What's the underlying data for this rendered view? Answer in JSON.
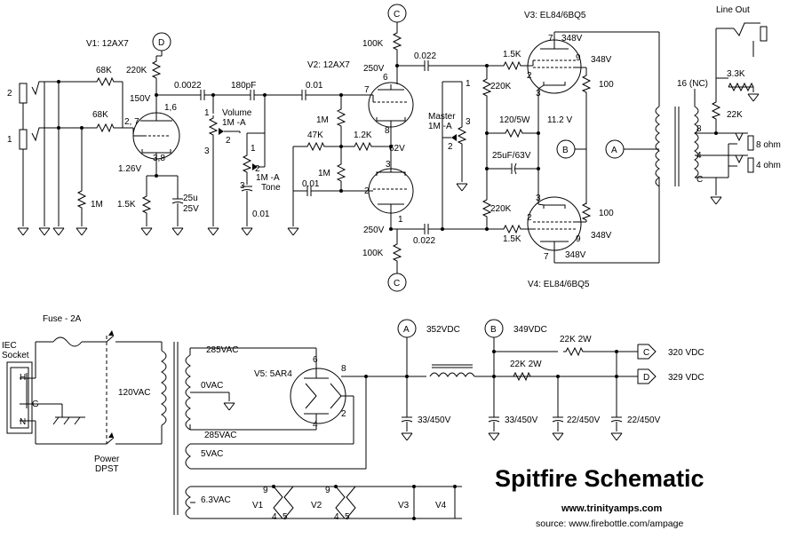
{
  "title": "Spitfire Schematic",
  "website": "www.trinityamps.com",
  "source": "source: www.firebottle.com/ampage",
  "tubes": {
    "v1": "V1: 12AX7",
    "v2": "V2: 12AX7",
    "v3": "V3: EL84/6BQ5",
    "v4": "V4: EL84/6BQ5",
    "v5": "V5: 5AR4"
  },
  "nodes": {
    "a": "A",
    "b": "B",
    "c": "C",
    "d": "D"
  },
  "inputs": {
    "jack_2": "2",
    "jack_1": "1"
  },
  "v1_section": {
    "r68k_top": "68K",
    "r68k_bot": "68K",
    "r220k": "220K",
    "v150": "150V",
    "pins_16": "1,6",
    "pins_27": "2, 7",
    "pins_38": "3,8",
    "v126": "1.26V",
    "r1m": "1M",
    "r15k": "1.5K",
    "c25u": "25u",
    "c25v": "25V"
  },
  "tone_section": {
    "c0022": "0.0022",
    "c180pf": "180pF",
    "c001_top": "0.01",
    "vol_label": "Volume",
    "vol_value": "1M -A",
    "vol_1": "1",
    "vol_2": "2",
    "vol_3": "3",
    "tone_label": "Tone",
    "tone_value": "1M -A",
    "tone_1": "1",
    "tone_2": "2",
    "tone_3": "3",
    "tone_cap": "0.01"
  },
  "v2_section": {
    "r100k_top": "100K",
    "v250_top": "250V",
    "c0022_top": "0.022",
    "pin6": "6",
    "r1m_a": "1M",
    "r47k": "47K",
    "r12k": "1.2K",
    "r1m_b": "1M",
    "pin7": "7",
    "pin8": "8",
    "v62": "62V",
    "pin3": "3",
    "pin2": "2",
    "c001": "0.01",
    "pin1": "1",
    "v250_bot": "250V",
    "c0022_bot": "0.022",
    "r100k_bot": "100K"
  },
  "power_section": {
    "master_label": "Master",
    "master_value": "1M -A",
    "m1": "1",
    "m2": "2",
    "m3": "3",
    "r15k_top": "1.5K",
    "r220k_top": "220K",
    "r120": "120/5W",
    "v112": "11.2 V",
    "c25u63": "25uF/63V",
    "r220k_bot": "220K",
    "r15k_bot": "1.5K",
    "v3_pin7": "7",
    "v3_348_a": "348V",
    "v3_pin9": "9",
    "v3_348_b": "348V",
    "v3_pin2": "2",
    "v3_pin3": "3",
    "r100_top": "100",
    "v4_pin3": "3",
    "v4_pin2": "2",
    "v4_pin9": "9",
    "v4_348_a": "348V",
    "v4_pin7": "7",
    "v4_348_b": "348V",
    "r100_bot": "100"
  },
  "output_section": {
    "line_out": "Line Out",
    "r33k": "3.3K",
    "r22k": "22K",
    "nc16": "16 (NC)",
    "tap8": "8",
    "tap4": "4",
    "tapc": "C",
    "ohm8": "8 ohm",
    "ohm4": "4 ohm"
  },
  "supply_section": {
    "fuse": "Fuse - 2A",
    "iec": "IEC",
    "socket": "Socket",
    "h": "H",
    "g": "G",
    "n": "N",
    "power": "Power",
    "dpst": "DPST",
    "v120": "120VAC",
    "v285_top": "285VAC",
    "v0": "0VAC",
    "v285_bot": "285VAC",
    "v5": "5VAC",
    "v63": "6.3VAC",
    "rect_6": "6",
    "rect_8": "8",
    "rect_4": "4",
    "rect_2": "2",
    "v352": "352VDC",
    "v349": "349VDC",
    "r22k2w_top": "22K 2W",
    "r22k2w_bot": "22K 2W",
    "v320": "320 VDC",
    "v329": "329 VDC",
    "c33_a": "33/450V",
    "c33_b": "33/450V",
    "c22_a": "22/450V",
    "c22_b": "22/450V"
  },
  "heaters": {
    "pin9_a": "9",
    "pin9_b": "9",
    "pin4_a": "4",
    "pin5_a": "5",
    "pin4_b": "4",
    "pin5_b": "5",
    "v1": "V1",
    "v2": "V2",
    "v3": "V3",
    "v4": "V4"
  }
}
